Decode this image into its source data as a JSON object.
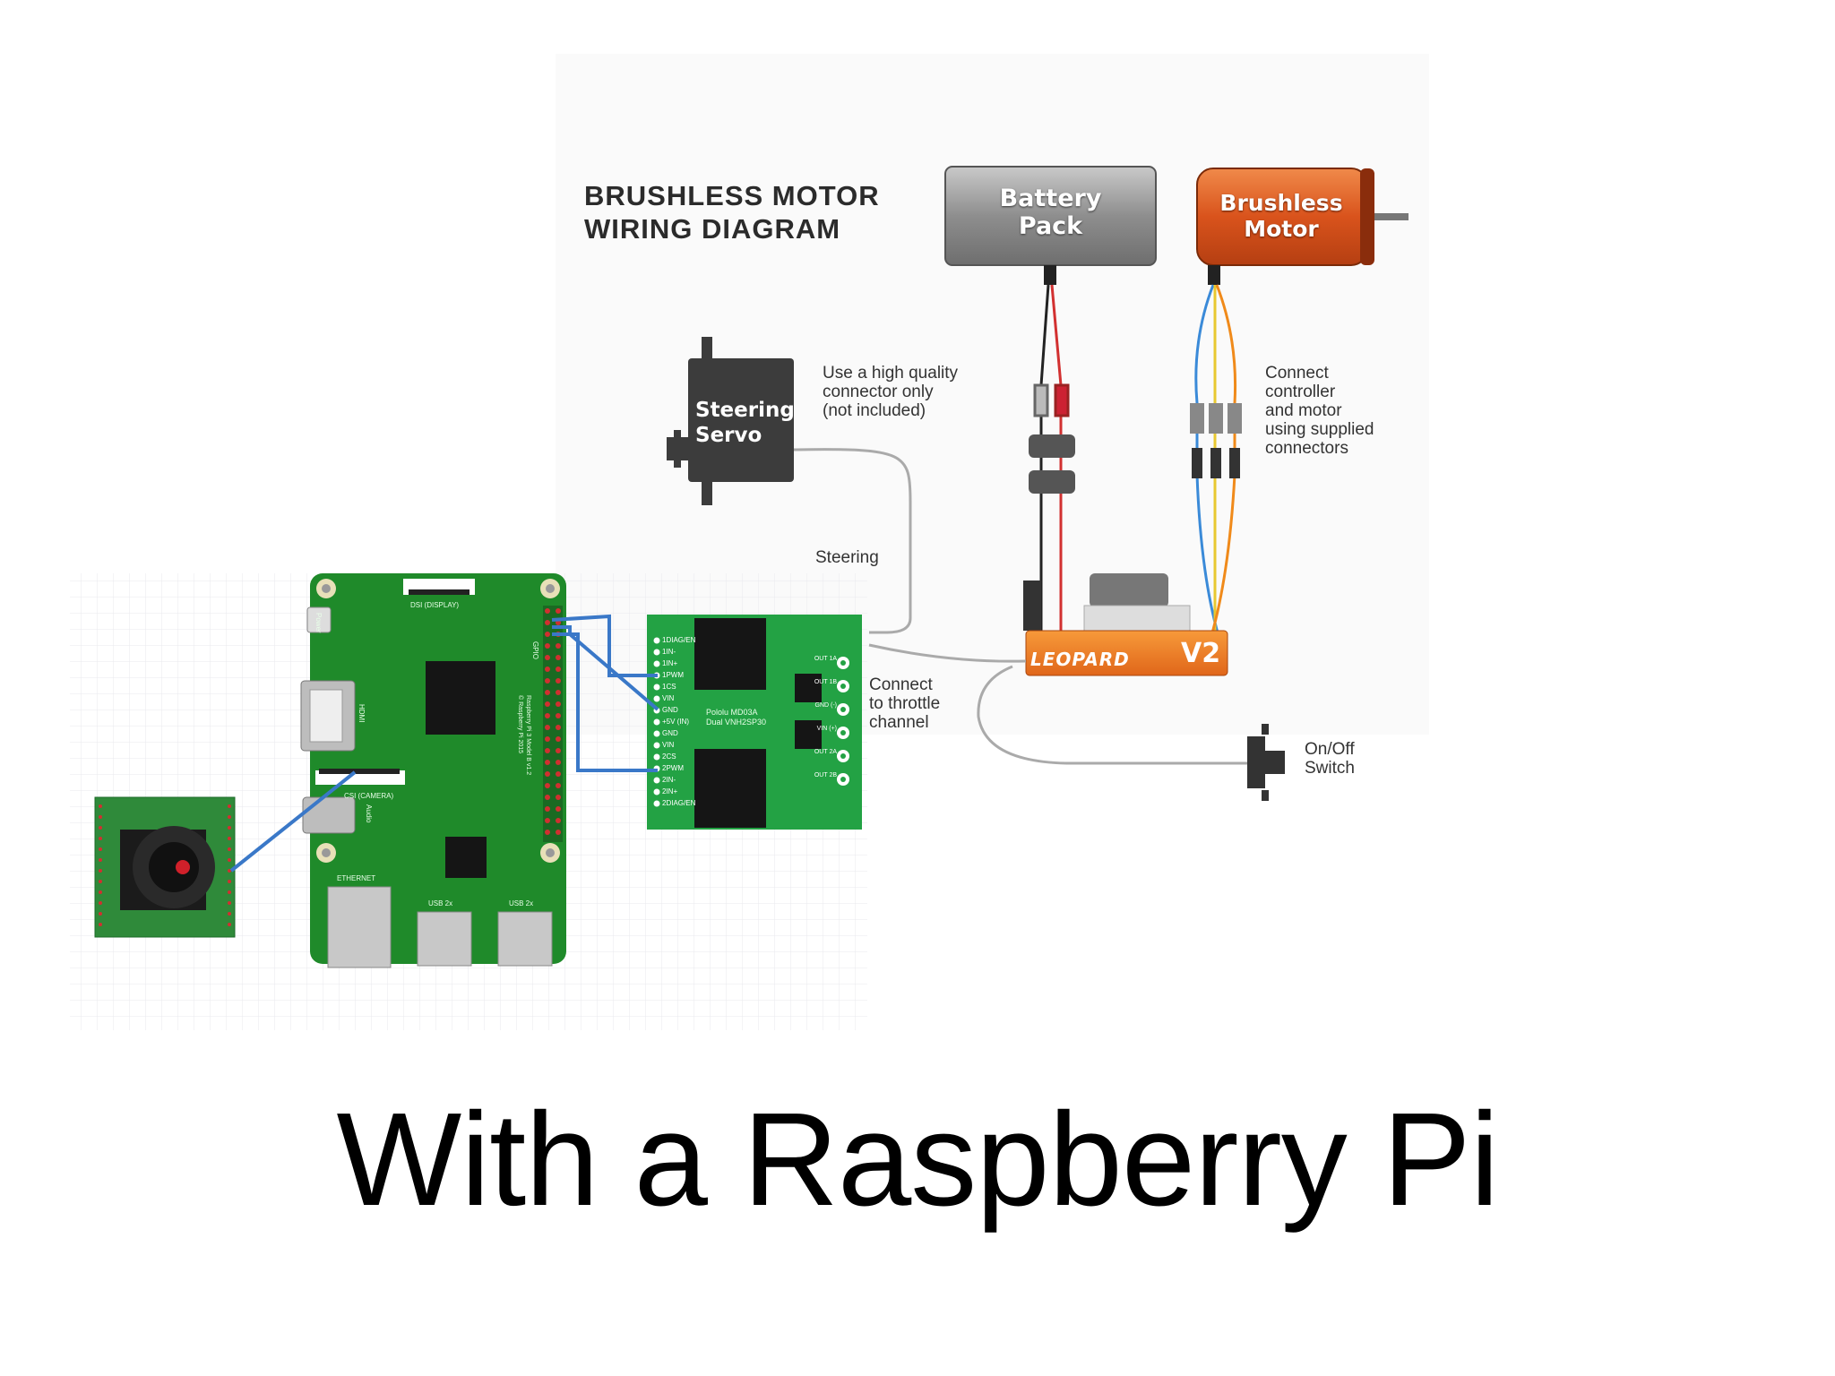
{
  "diagram": {
    "title": "BRUSHLESS MOTOR\nWIRING DIAGRAM",
    "components": {
      "battery": "Battery\nPack",
      "motor": "Brushless\nMotor",
      "servo": "Steering\nServo",
      "esc_brand": "LEOPARD",
      "esc_version": "V2",
      "driver_board": "Pololu MD03A\nDual VNH2SP30",
      "pi_dsi": "DSI (DISPLAY)",
      "pi_csi": "CSI (CAMERA)",
      "pi_ethernet": "ETHERNET",
      "pi_usb_left": "USB 2x",
      "pi_usb_right": "USB 2x",
      "pi_power": "Power",
      "pi_hdmi": "HDMI",
      "pi_audio": "Audio",
      "pi_gpio": "GPIO",
      "pi_model": "Raspberry Pi 3 Model B v1.2\n© Raspberry Pi 2015"
    },
    "board_pins": [
      "1DIAG/EN",
      "1IN-",
      "1IN+",
      "1PWM",
      "1CS",
      "VIN",
      "GND",
      "+5V (IN)",
      "GND",
      "VIN",
      "2CS",
      "2PWM",
      "2IN-",
      "2IN+",
      "2DIAG/EN"
    ],
    "board_outputs": [
      "OUT 1A",
      "OUT 1B",
      "GND (-)",
      "VIN (+)",
      "OUT 2A",
      "OUT 2B"
    ],
    "notes": {
      "connector": "Use a high quality\nconnector only\n(not included)",
      "controller_motor": "Connect\ncontroller\nand motor\nusing supplied\nconnectors",
      "steering": "Steering",
      "throttle": "Connect\nto throttle\nchannel",
      "switch": "On/Off\nSwitch"
    }
  },
  "caption": "With a Raspberry Pi",
  "colors": {
    "pi_green": "#1f8a2a",
    "board_green": "#23a244",
    "wire_blue": "#3a78c8",
    "motor_orange": "#e05a1f",
    "battery_gray": "#9a9a9a",
    "esc_orange": "#f07a22",
    "servo_dark": "#3c3c3c"
  }
}
